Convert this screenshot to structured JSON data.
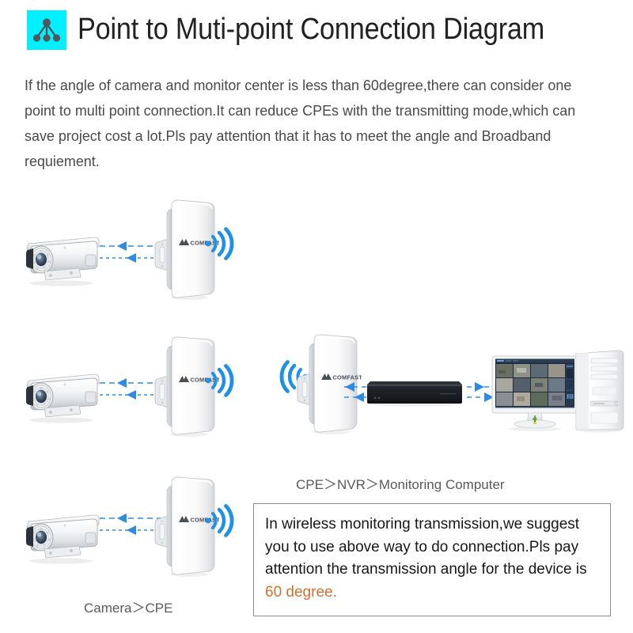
{
  "header": {
    "icon_name": "point-to-multipoint-icon",
    "icon_bg": "#00F0FF",
    "title": "Point to Muti-point Connection Diagram"
  },
  "intro": {
    "paragraph": "If the angle of camera and monitor center is less than 60degree,there can consider one point to multi point connection.It can reduce CPEs with the transmitting mode,which can save project cost a lot.Pls pay attention that it has to meet the angle and Broadband requiement."
  },
  "diagram": {
    "left_column_label": "Camera＞CPE",
    "right_column_label": "CPE＞NVR＞Monitoring Computer",
    "device_brand": "COMFAST",
    "link_color": "#4C9FE0",
    "arrow_color": "#2E8BE0",
    "wifi_color": "#1E90E8",
    "rows": [
      {
        "camera": "bullet-cctv-camera",
        "cpe": "comfast-cpe",
        "wifi": "wifi-signal-right"
      },
      {
        "camera": "bullet-cctv-camera",
        "cpe": "comfast-cpe",
        "wifi": "wifi-signal-right"
      },
      {
        "camera": "bullet-cctv-camera",
        "cpe": "comfast-cpe",
        "wifi": "wifi-signal-right"
      }
    ],
    "chain": {
      "cpe": "comfast-cpe",
      "wifi": "wifi-signal-left",
      "nvr": "nvr-recorder",
      "monitor": "monitoring-computer-display",
      "tower": "pc-tower"
    }
  },
  "callout": {
    "text_before": "In wireless monitoring transmission,we suggest you to use above way to do connection.Pls pay attention the transmission angle for the device is ",
    "highlight": "60 degree.",
    "highlight_color": "#D4702E",
    "border_color": "#8d8d8d"
  }
}
